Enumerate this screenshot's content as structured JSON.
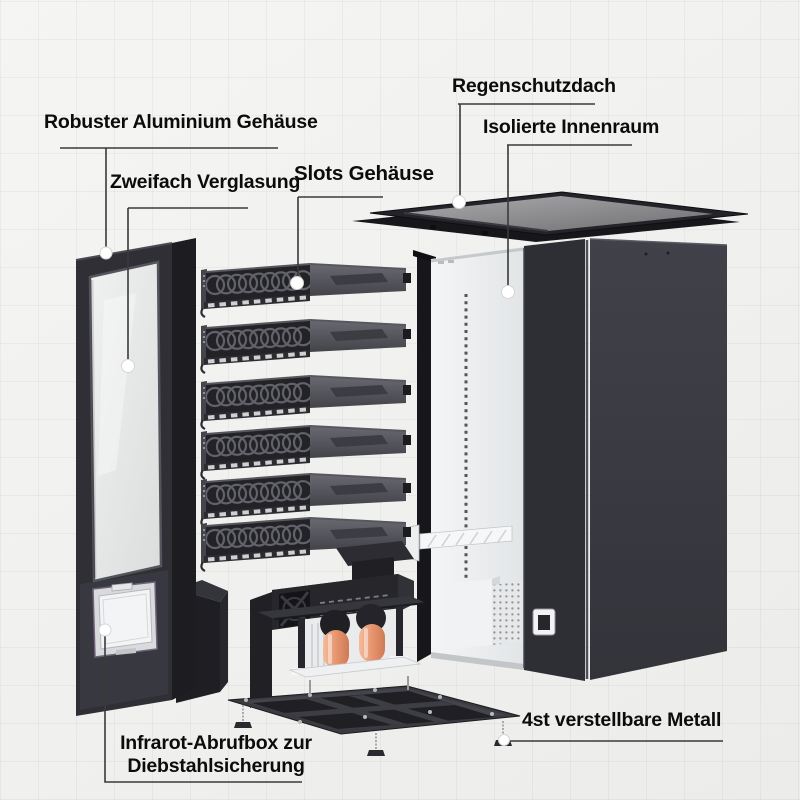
{
  "diagram": {
    "title_context": "vending-machine-exploded-view",
    "labels": {
      "aluminium_housing": "Robuster Aluminium Gehäuse",
      "double_glazing": "Zweifach Verglasung",
      "slots_housing": "Slots Gehäuse",
      "rain_roof": "Regenschutzdach",
      "insulated_interior": "Isolierte Innenraum",
      "infrared_box_line1": "Infrarot-Abrufbox zur",
      "infrared_box_line2": "Diebstahlsicherung",
      "adjustable_feet": "4st verstellbare Metall"
    },
    "colors": {
      "background": "#f2f2f0",
      "grid_line": "rgba(0,0,0,0.04)",
      "cabinet_dark": "#38383f",
      "frame_dark": "#2f2f35",
      "interior_white": "#eef0f2",
      "copper_cylinder": "#e89a78",
      "leader_line": "#333333",
      "callout_dot": "#ffffff",
      "label_text": "#0c0c0c"
    }
  }
}
